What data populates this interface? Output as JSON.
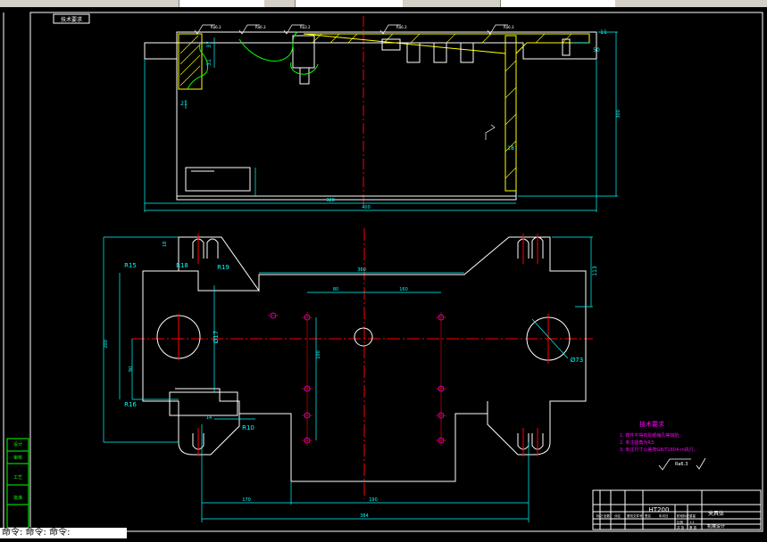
{
  "drawing": {
    "frame_title_small": "技术要求",
    "tech_req": {
      "title": "技术要求",
      "lines": [
        "1. 铸件不得有砂眼缩孔等缺陷;",
        "2. 未注圆角为R3;",
        "3. 未注尺寸公差按GB/T1804-m执行。"
      ]
    },
    "roughness": {
      "value": "Ra6.3"
    },
    "material": "HT200",
    "title_block": {
      "name": "夹具体",
      "cells": [
        "标记",
        "处数",
        "分区",
        "更改文件号",
        "签名",
        "年月日",
        "阶段标记",
        "重量",
        "比例",
        "1:1",
        "共 张",
        "第 张"
      ],
      "subtitle": "机械设计"
    },
    "dims_front": {
      "d21": "21",
      "d11": "11",
      "d50": "50",
      "d31": "31",
      "d37": "37",
      "d400": "400",
      "d320": "320",
      "d300": "300",
      "d18": "18",
      "roughA": "Ra6.3",
      "roughB": "Ra6.3",
      "roughC": "Ra3.2",
      "roughD": "Ra6.3",
      "roughE": "Ra6.3"
    },
    "dims_top": {
      "R15": "R15",
      "R18": "R18",
      "R19": "R19",
      "R16": "R16",
      "R10": "R10",
      "phi73": "Ø73",
      "phi17": "Ø17",
      "d113": "113",
      "d360": "360",
      "d200": "200",
      "d90": "90",
      "d160": "160",
      "d190": "190",
      "d80": "80",
      "d18": "18",
      "d170": "170",
      "d384": "384",
      "d100": "100",
      "d14": "14"
    },
    "left_panel": [
      "设计",
      "审核",
      "工艺",
      "批准"
    ]
  },
  "command_line": "命令: 命令: 命令:",
  "colors": {
    "geometry": "#ffffff",
    "dimension": "#00ffff",
    "center": "#ff0000",
    "hatch": "#ffff00",
    "note": "#ff00ff",
    "sketch": "#00ff00",
    "panel": "#00ff00"
  }
}
